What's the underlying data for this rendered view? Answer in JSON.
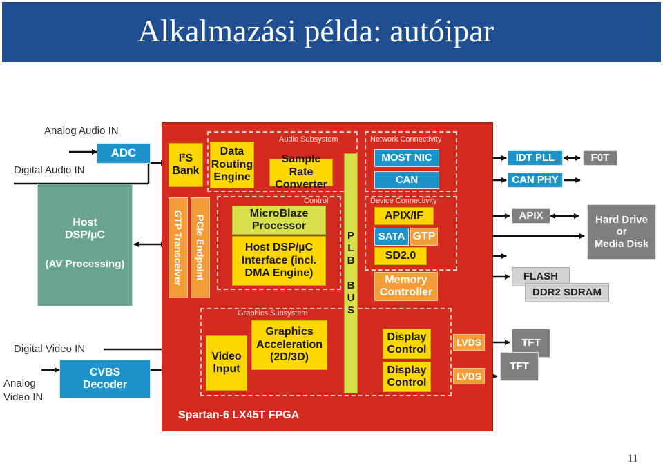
{
  "title": "Alkalmazási példa: autóipar",
  "page_number": "11",
  "inputs": {
    "analog_audio": "Analog Audio IN",
    "digital_audio": "Digital Audio IN",
    "digital_video": "Digital Video IN",
    "analog_video": "Analog\nVideo IN"
  },
  "external": {
    "adc": "ADC",
    "host": "Host\nDSP/µC",
    "host_note": "(AV Processing)",
    "cvbs": "CVBS\nDecoder",
    "idt_pll": "IDT PLL",
    "f0t": "F0T",
    "can_phy": "CAN PHY",
    "apix": "APIX",
    "hdd": "Hard Drive\nor\nMedia Disk",
    "flash": "FLASH",
    "ddr2": "DDR2 SDRAM",
    "tft1": "TFT",
    "tft2": "TFT"
  },
  "fpga": {
    "name": "Spartan-6 LX45T FPGA",
    "i2s": "I²S\nBank",
    "gtp": "GTP Transceiver",
    "pcie": "PCIe Endpoint",
    "audio_subsystem": "Audio Subsystem",
    "data_routing": "Data\nRouting\nEngine",
    "src": "Sample Rate\nConverter",
    "network": "Network Connectivity",
    "most": "MOST NIC",
    "can": "CAN",
    "control": "Control",
    "microblaze": "MicroBlaze\nProcessor",
    "host_if": "Host DSP/µC\nInterface (incl.\nDMA Engine)",
    "plb": "P\nL\nB\n\nB\nU\nS",
    "device": "Device Connectivity",
    "apix_if": "APIX/IF",
    "sata": "SATA",
    "gtp2": "GTP",
    "sd": "SD2.0",
    "mem": "Memory\nController",
    "graphics_subsystem": "Graphics Subsystem",
    "video_input": "Video\nInput",
    "gfx": "Graphics\nAcceleration\n(2D/3D)",
    "disp1": "Display\nControl",
    "disp2": "Display\nControl",
    "lvds1": "LVDS",
    "lvds2": "LVDS"
  },
  "colors": {
    "header": "#1f4e91",
    "fpga": "#d42b1e",
    "yellow": "#ffd700",
    "orange": "#f39c38",
    "blue": "#1e93c9",
    "host": "#6aa58f",
    "gray": "#7f7f7f"
  }
}
